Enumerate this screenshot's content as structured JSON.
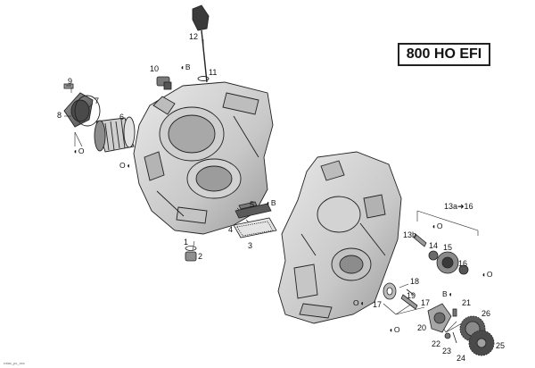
{
  "model_label": "800 HO EFI",
  "footer_code": "rotax_pc_xxx",
  "callouts": {
    "c1": "1",
    "c2": "2",
    "c3": "3",
    "c4": "4",
    "c5": "5",
    "c6": "6",
    "c7": "7",
    "c8": "8",
    "c9": "9",
    "c10": "10",
    "c11": "11",
    "c12": "12",
    "c13a16": "13a➜16",
    "c13b": "13b",
    "c14": "14",
    "c15": "15",
    "c16": "16",
    "c17a": "17",
    "c17b": "17",
    "c18": "18",
    "c19": "19",
    "c20": "20",
    "c21": "21",
    "c22": "22",
    "c23": "23",
    "c24": "24",
    "c25": "25",
    "c26": "26"
  },
  "lube_symbols": {
    "drop_glyph": "◖",
    "s_b_10": "B",
    "s_o_8": "O",
    "s_o_6": "O",
    "s_b_5": "B",
    "s_o_14": "O",
    "s_o_16": "O",
    "s_o_17": "O",
    "s_o_19": "O",
    "s_b_21": "B"
  },
  "colors": {
    "line": "#222222",
    "part_light": "#d9d9d9",
    "part_mid": "#b8b8b8",
    "part_dark": "#8a8a8a"
  }
}
